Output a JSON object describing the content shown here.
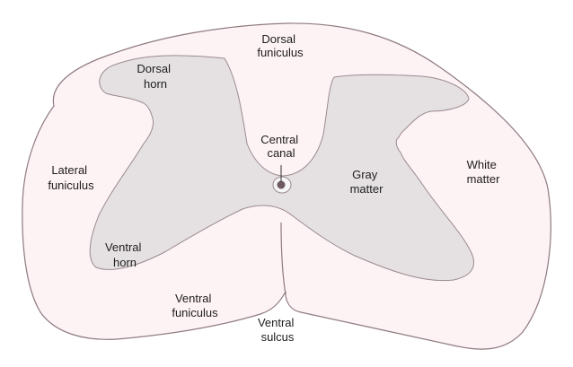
{
  "colors": {
    "background": "#ffffff",
    "white_matter_fill": "#fdf2f4",
    "white_matter_stroke": "#8f7a82",
    "gray_matter_fill": "#e5e1e3",
    "gray_matter_stroke": "#9a8a90",
    "canal_ring": "#f6f6f6",
    "canal_dot": "#6f5a63",
    "leader_line": "#333333",
    "text": "#1e1e1e"
  },
  "labels": {
    "dorsal_funiculus": [
      "Dorsal",
      "funiculus"
    ],
    "dorsal_horn": [
      "Dorsal",
      "horn"
    ],
    "central_canal": [
      "Central",
      "canal"
    ],
    "lateral_funiculus": [
      "Lateral",
      "funiculus"
    ],
    "gray_matter": [
      "Gray",
      "matter"
    ],
    "white_matter": [
      "White",
      "matter"
    ],
    "ventral_horn": [
      "Ventral",
      "horn"
    ],
    "ventral_funiculus": [
      "Ventral",
      "funiculus"
    ],
    "ventral_sulcus": [
      "Ventral",
      "sulcus"
    ]
  }
}
